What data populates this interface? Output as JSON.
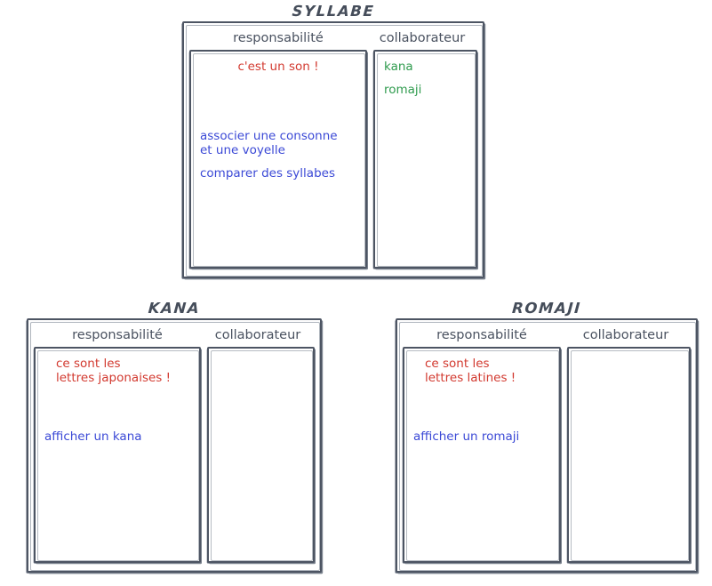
{
  "diagram": {
    "kind": "crc-cards",
    "colors": {
      "title": "#454d5a",
      "header": "#4a5260",
      "border": "#4d5563",
      "purpose_red": "#d2392f",
      "responsibility_blue": "#3b49d6",
      "collaborator_green": "#2f9b4e",
      "background": "#ffffff"
    }
  },
  "cards": [
    {
      "title": "SYLLABE",
      "headers": {
        "responsibility": "responsabilité",
        "collaborator": "collaborateur"
      },
      "purpose": "c'est un son !",
      "responsibilities": [
        "associer une consonne\net une voyelle",
        "comparer des syllabes"
      ],
      "collaborators": [
        "kana",
        "romaji"
      ]
    },
    {
      "title": "KANA",
      "headers": {
        "responsibility": "responsabilité",
        "collaborator": "collaborateur"
      },
      "purpose": "ce sont les\nlettres japonaises !",
      "responsibilities": [
        "afficher un kana"
      ],
      "collaborators": []
    },
    {
      "title": "ROMAJI",
      "headers": {
        "responsibility": "responsabilité",
        "collaborator": "collaborateur"
      },
      "purpose": "ce sont les\nlettres latines !",
      "responsibilities": [
        "afficher un romaji"
      ],
      "collaborators": []
    }
  ]
}
